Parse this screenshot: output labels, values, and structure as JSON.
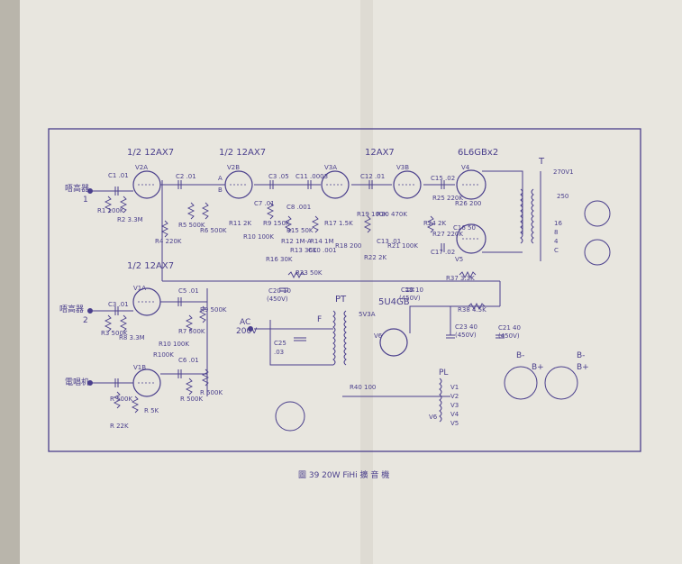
{
  "caption": "圖 39   20W FiHi 擴 音 機",
  "colors": {
    "ink": "#4a3f8c",
    "paper": "#e8e6df",
    "page_shadow": "#b9b5ab"
  },
  "tubes": {
    "v2a_title": "1/2 12AX7",
    "v2b_title": "1/2 12AX7",
    "v3_title": "12AX7",
    "out_title": "6L6GBx2",
    "v1_title": "1/2 12AX7",
    "rect_title": "5U4GB",
    "v2a": "V2A",
    "v2b": "V2B",
    "v3a": "V3A",
    "v3b": "V3B",
    "v4": "V4",
    "v5": "V5",
    "v1a": "V1A",
    "v1b": "V1B",
    "v6": "V6"
  },
  "inputs": {
    "mic1": "唔高器",
    "mic1_num": "1",
    "mic2": "唔高器",
    "mic2_num": "2",
    "phono": "電唱机"
  },
  "labels": {
    "transformer_t": "T",
    "pt": "PT",
    "ac": "AC",
    "ac_v": "200V",
    "fuse": "F",
    "fuse_v": "5V3A",
    "pl": "PL",
    "bplus1": "B-",
    "bplus2": "B-",
    "bplus1b": "B+",
    "bplus2b": "B+",
    "sw_a": "A",
    "sw_b": "B",
    "spk_16": "16",
    "spk_8": "8",
    "spk_4": "4",
    "spk_c": "C",
    "spk_250": "250",
    "spk_270": "270V1",
    "heater_v1": "V1",
    "heater_v2": "V2",
    "heater_v3": "V3",
    "heater_v4": "V4",
    "heater_v5": "V5",
    "heater_v6": "V6"
  },
  "components": {
    "c1": "C1 .01",
    "r1": "R1 100K",
    "r2": "R2 3.3M",
    "r4": "R4 220K",
    "c2": "C2 .01",
    "r5": "R5 500K",
    "r6": "R6 500K",
    "c3": "C3 .05",
    "r9": "R9 150K",
    "r10": "R10 100K",
    "c7": "C7 .01",
    "r11": "R11 2K",
    "r12": "R12 1M-A",
    "r13": "R13 36K",
    "r14": "R14 1M",
    "c8": "C8 .001",
    "c11": "C11 .0003",
    "c10": "C10 .001",
    "r15": "R15 50K",
    "r16": "R16 30K",
    "r23": "R23 50K",
    "c20": "C20 10",
    "c20v": "(450V)",
    "r17": "R17 1.5K",
    "r18": "R18 200",
    "c12": "C12 .01",
    "c13": "C13 .01",
    "r19": "R19 100K",
    "r20": "R20 470K",
    "r21": "R21 100K",
    "r22": "R22 2K",
    "r24": "R24 2K",
    "c15": "C15 .02",
    "r25": "R25 220K",
    "r26": "R26 200",
    "c17": "C17 .02",
    "r27": "R27 220K",
    "c16": "C16 50",
    "r37": "R37 3.3K",
    "c19": "C19 10",
    "c19v": "(450V)",
    "r38": "R38 4.5K",
    "c23": "C23 40",
    "c23v": "(450V)",
    "c21": "C21 40",
    "c21v": "(450V)",
    "c_pt": ".03",
    "c_pt_lbl": "C25",
    "r_v6": "R40 100",
    "r100": "R100K",
    "c3b": "C3 .01",
    "c5": "C5 .01",
    "r3": "R3 500K",
    "r7": "R7 500K",
    "r8": "R8 3.3M",
    "r9b": "R9 500K",
    "c6": "C6 .01",
    "r10b": "R10 100K",
    "r_phono1": "R 500K",
    "r_phono2": "R 22K",
    "r_phono3": "R 5K",
    "r_phono4": "R 500K",
    "r_phono5": "R 500K"
  }
}
